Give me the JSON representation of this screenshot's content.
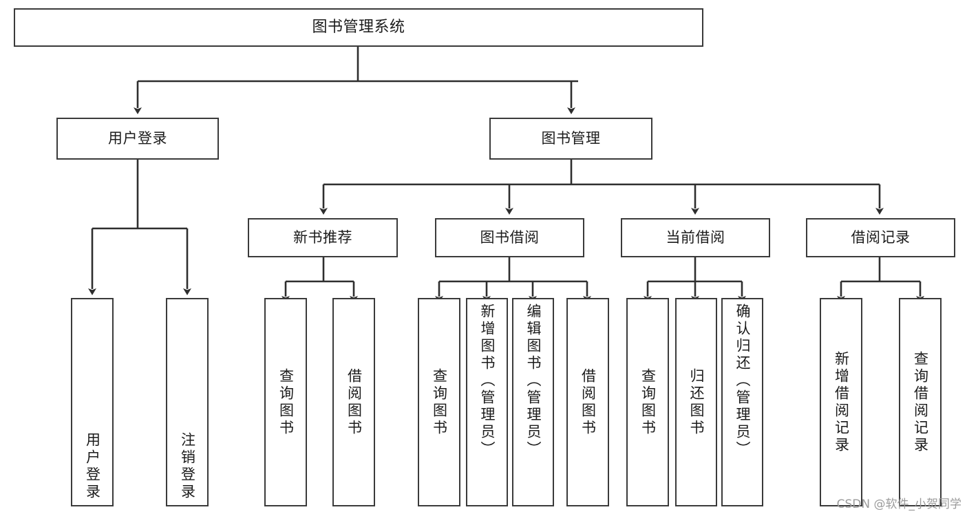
{
  "diagram": {
    "type": "tree-hierarchy",
    "title": "图书管理系统",
    "orientation": "top-down",
    "colors": {
      "box_border": "#3a3a3a",
      "box_fill": "#ffffff",
      "connector": "#2e2e2e",
      "text": "#1b1b1b",
      "watermark": "#9b9b9b"
    }
  },
  "root": {
    "label": "图书管理系统"
  },
  "level2": [
    {
      "label": "用户登录"
    },
    {
      "label": "图书管理"
    }
  ],
  "level3": [
    {
      "label": "新书推荐"
    },
    {
      "label": "图书借阅"
    },
    {
      "label": "当前借阅"
    },
    {
      "label": "借阅记录"
    }
  ],
  "leaves": {
    "user_login": [
      {
        "label": "用户登录"
      },
      {
        "label": "注销登录"
      }
    ],
    "new_book": [
      {
        "label": "查询图书"
      },
      {
        "label": "借阅图书"
      }
    ],
    "book_borrow": [
      {
        "label": "查询图书"
      },
      {
        "label": "新增图书（管理员）"
      },
      {
        "label": "编辑图书（管理员）"
      },
      {
        "label": "借阅图书"
      }
    ],
    "current_borrow": [
      {
        "label": "查询图书"
      },
      {
        "label": "归还图书"
      },
      {
        "label": "确认归还（管理员）"
      }
    ],
    "borrow_record": [
      {
        "label": "新增借阅记录"
      },
      {
        "label": "查询借阅记录"
      }
    ]
  },
  "watermark": {
    "text": "CSDN @软件_小贺同学"
  }
}
